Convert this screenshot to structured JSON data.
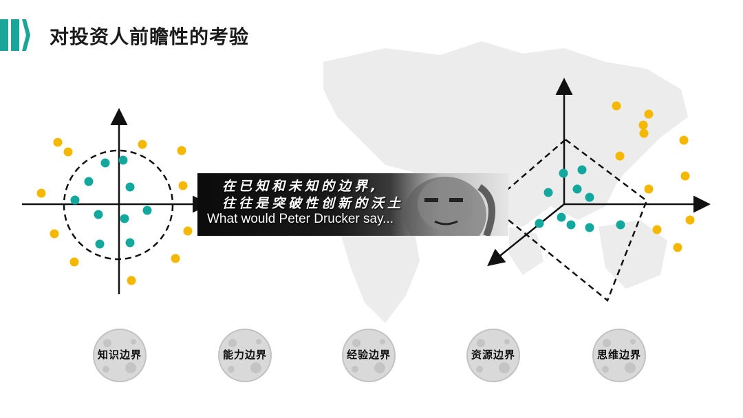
{
  "header": {
    "title": "对投资人前瞻性的考验"
  },
  "colors": {
    "accent_teal": "#1aa59a",
    "dot_yellow": "#f5b800",
    "dot_teal": "#12a89d",
    "axis": "#111111"
  },
  "banner": {
    "line1": "在已知和未知的边界,",
    "line2": "往往是突破性创新的沃土",
    "quote": "What would Peter Drucker say..."
  },
  "boundaries": [
    {
      "label": "知识边界"
    },
    {
      "label": "能力边界"
    },
    {
      "label": "经验边界"
    },
    {
      "label": "资源边界"
    },
    {
      "label": "思维边界"
    }
  ]
}
